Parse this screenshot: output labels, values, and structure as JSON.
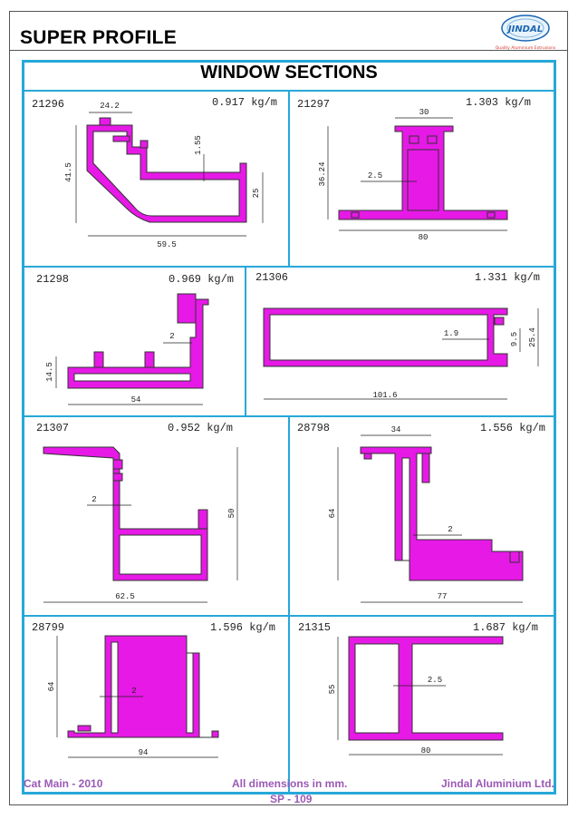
{
  "header": {
    "title": "SUPER PROFILE",
    "logo_text": "JINDAL",
    "logo_tagline": "Quality Aluminium Extrusions"
  },
  "section_title": "WINDOW SECTIONS",
  "profiles": [
    {
      "code": "21296",
      "weight": "0.917 kg/m",
      "dims": [
        "24.2",
        "1.55",
        "41.5",
        "25",
        "59.5"
      ]
    },
    {
      "code": "21297",
      "weight": "1.303 kg/m",
      "dims": [
        "30",
        "36.24",
        "2.5",
        "80"
      ]
    },
    {
      "code": "21298",
      "weight": "0.969 kg/m",
      "dims": [
        "2",
        "14.5",
        "54"
      ]
    },
    {
      "code": "21306",
      "weight": "1.331 kg/m",
      "dims": [
        "1.9",
        "9.5",
        "25.4",
        "101.6"
      ]
    },
    {
      "code": "21307",
      "weight": "0.952 kg/m",
      "dims": [
        "2",
        "50",
        "62.5"
      ]
    },
    {
      "code": "28798",
      "weight": "1.556 kg/m",
      "dims": [
        "34",
        "64",
        "2",
        "77"
      ]
    },
    {
      "code": "28799",
      "weight": "1.596 kg/m",
      "dims": [
        "64",
        "2",
        "94"
      ]
    },
    {
      "code": "21315",
      "weight": "1.687 kg/m",
      "dims": [
        "55",
        "2.5",
        "80"
      ]
    }
  ],
  "footer": {
    "left": "Cat Main - 2010",
    "center": "All dimensions in mm.",
    "right": "Jindal Aluminium Ltd.",
    "page": "SP - 109"
  },
  "colors": {
    "profile_fill": "#e619e6",
    "grid_line": "#27a8d8",
    "footer_text": "#9b59b6"
  }
}
